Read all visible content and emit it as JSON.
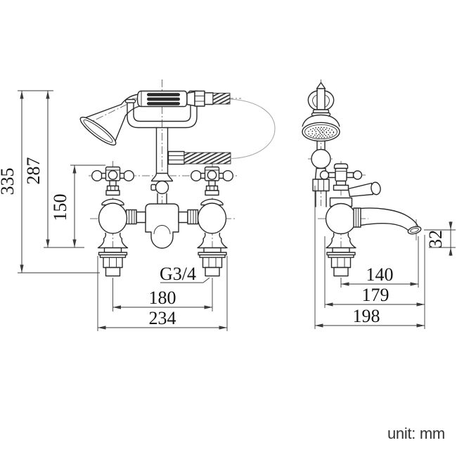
{
  "note": {
    "unit_label": "unit: mm"
  },
  "colors": {
    "background": "#ffffff",
    "outline": "#2a2a2a",
    "dimension": "#3a3a3a",
    "hose_phantom": "#a8a8a8",
    "note_text": "#333333"
  },
  "front_view": {
    "dims": {
      "overall_height": "335",
      "deck_to_handset_top": "287",
      "deck_to_hose_outlet": "150",
      "inlet_thread": "G3/4",
      "inlet_centres": "180",
      "overall_width": "234"
    }
  },
  "side_view": {
    "dims": {
      "spout_to_deck": "32",
      "centre_to_spout_end": "140",
      "body_to_spout_tip": "179",
      "overall_depth": "198"
    }
  }
}
